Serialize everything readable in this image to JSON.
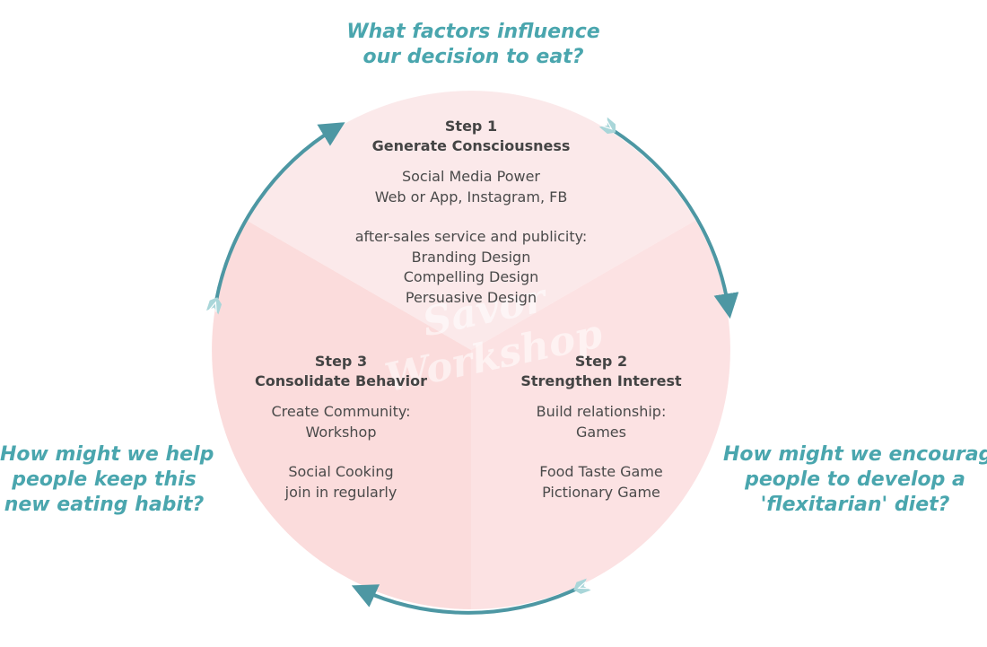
{
  "colors": {
    "accent": "#4aa6ae",
    "arrow": "#4d97a3",
    "sector_top": "#fbe9ea",
    "sector_left": "#fbdcdc",
    "sector_right": "#fce2e3",
    "text": "#4a4a4a"
  },
  "questions": {
    "top": [
      "What factors influence",
      "our decision to eat?"
    ],
    "left": [
      "How might we help",
      "people keep this",
      "new eating habit?"
    ],
    "right": [
      "How might we encourage",
      "people to develop a",
      "'flexitarian' diet?"
    ]
  },
  "steps": {
    "step1": {
      "label": "Step 1",
      "title": "Generate Consciousness",
      "group1": [
        "Social Media Power",
        "Web or App, Instagram, FB"
      ],
      "group2": [
        "after-sales service and publicity:",
        "Branding Design",
        "Compelling Design",
        "Persuasive Design"
      ]
    },
    "step2": {
      "label": "Step 2",
      "title": "Strengthen Interest",
      "group1": [
        "Build relationship:",
        "Games"
      ],
      "group2": [
        "Food Taste Game",
        "Pictionary Game"
      ]
    },
    "step3": {
      "label": "Step 3",
      "title": "Consolidate Behavior",
      "group1": [
        "Create Community:",
        "Workshop"
      ],
      "group2": [
        "Social Cooking",
        "join in regularly"
      ]
    }
  },
  "watermark": [
    "Savor",
    "Workshop"
  ]
}
